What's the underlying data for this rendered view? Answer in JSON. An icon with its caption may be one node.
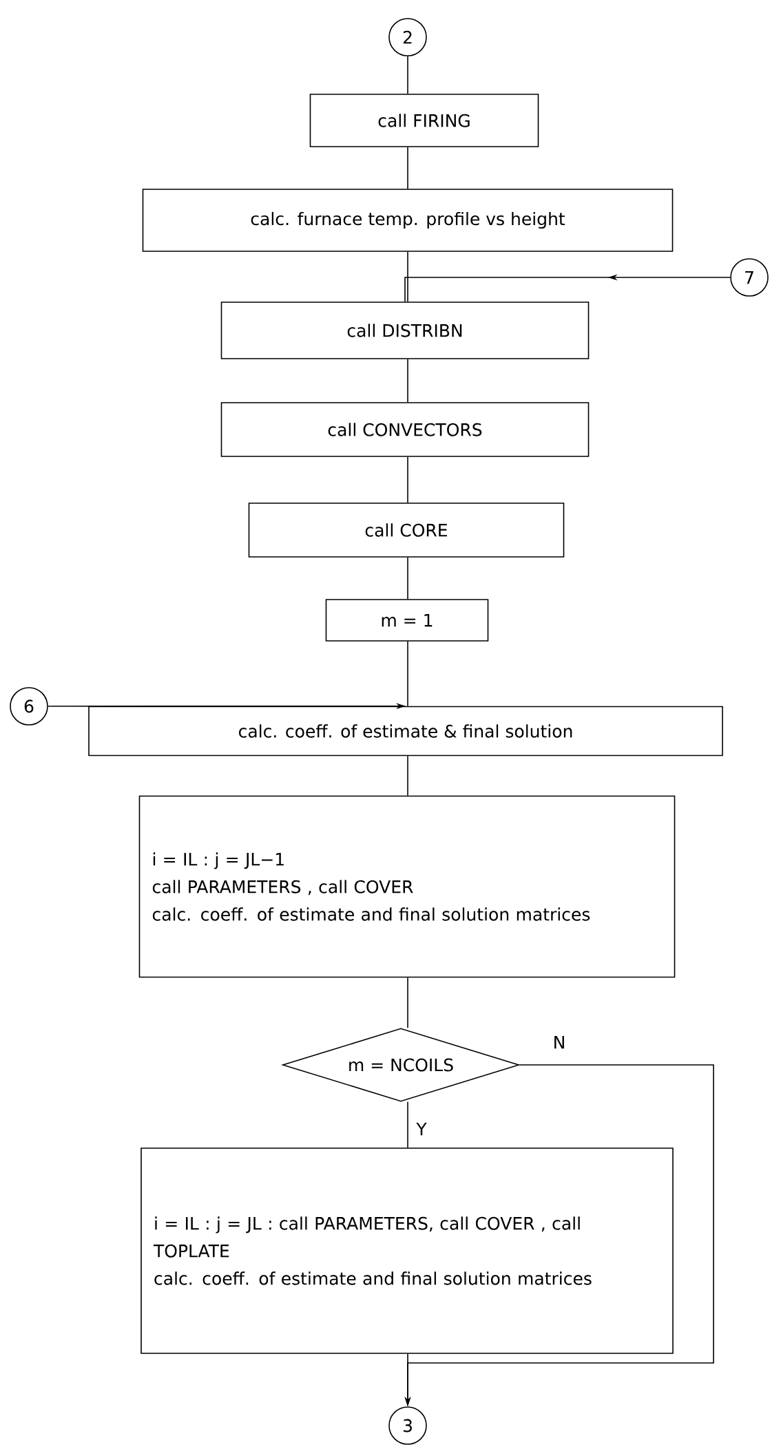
{
  "diagram": {
    "nodes": [
      {
        "text": [
          "2"
        ]
      },
      {
        "text": [
          "call FIRING"
        ]
      },
      {
        "text": [
          "calc. furnace temp. profile vs height"
        ]
      },
      {
        "text": [
          "call DISTRIBN"
        ]
      },
      {
        "text": [
          "call CONVECTORS"
        ]
      },
      {
        "text": [
          "call CORE"
        ]
      },
      {
        "text": [
          "m = 1"
        ]
      },
      {
        "text": [
          "6"
        ]
      },
      {
        "text": [
          "7"
        ]
      },
      {
        "text": [
          "calc. coeff. of estimate & final solution"
        ]
      },
      {
        "text": [
          "i = IL : j = JL−1",
          "call PARAMETERS , call COVER",
          "calc. coeff. of estimate and final solution matrices"
        ]
      },
      {
        "text": [
          "m = NCOILS"
        ]
      },
      {
        "text": [
          "i = IL : j = JL : call PARAMETERS, call COVER , call TOPLATE",
          "calc. coeff. of estimate and final solution matrices"
        ]
      },
      {
        "text": [
          "3"
        ]
      }
    ],
    "edges": [
      {
        "from": 0,
        "to": 1,
        "arrow": "none"
      },
      {
        "from": 1,
        "to": 2,
        "arrow": "none"
      },
      {
        "from": 2,
        "to": 3,
        "arrow": "none"
      },
      {
        "from": 8,
        "to": 3,
        "arrow": "to"
      },
      {
        "from": 3,
        "to": 4,
        "arrow": "none"
      },
      {
        "from": 4,
        "to": 5,
        "arrow": "none"
      },
      {
        "from": 5,
        "to": 6,
        "arrow": "none"
      },
      {
        "from": 6,
        "to": 9,
        "arrow": "none"
      },
      {
        "from": 7,
        "to": 9,
        "arrow": "to"
      },
      {
        "from": 9,
        "to": 10,
        "arrow": "none"
      },
      {
        "from": 10,
        "to": 11,
        "arrow": "none"
      },
      {
        "from": 11,
        "to": 12,
        "label": "Y",
        "arrow": "none"
      },
      {
        "from": 11,
        "to": 13,
        "label": "N",
        "arrow": "to"
      },
      {
        "from": 12,
        "to": 13,
        "arrow": "to"
      }
    ]
  }
}
